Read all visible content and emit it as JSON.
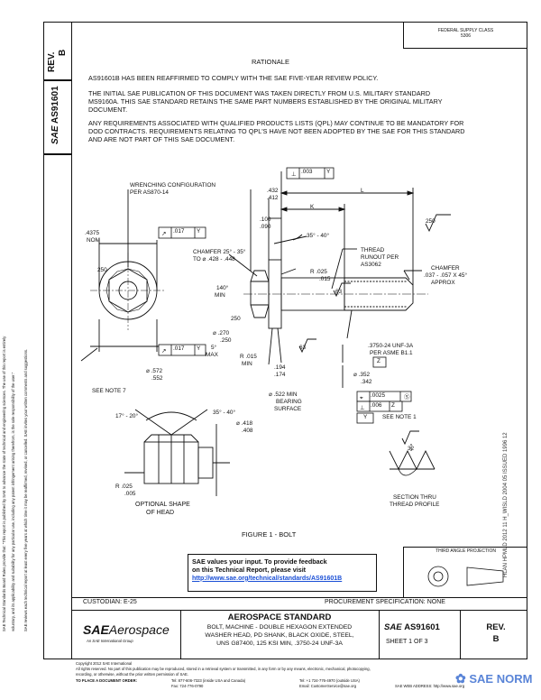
{
  "header": {
    "federal_supply_class": "FEDERAL SUPPLY CLASS",
    "fsc_number": "5306",
    "rev_label": "REV.",
    "rev_value": "B",
    "side_doc": "AS91601",
    "side_sae": "SAE"
  },
  "left_margin": {
    "line1": "SAE Technical Standards Board Rules provide that: \"This report is published by SAE to advance the state of technical and engineering sciences. The use of this report is entirely",
    "line2": "voluntary, and its applicability and suitability for any particular use, including any patent infringement arising therefrom, is the sole responsibility of the user.\"",
    "line3": "SAE reviews each technical report at least every five years at which time it may be reaffirmed, revised, or cancelled. SAE invites your written comments and suggestions."
  },
  "right_margin": {
    "stamp": "HLAN HPMLD 2012 11 H_WISLD 2004 05 ISSUED 1996 12"
  },
  "rationale": {
    "title": "RATIONALE",
    "p1": "AS91601B HAS BEEN REAFFIRMED TO COMPLY WITH THE SAE FIVE-YEAR REVIEW POLICY.",
    "p2": "THE INITIAL SAE PUBLICATION OF THIS DOCUMENT WAS TAKEN DIRECTLY FROM U.S. MILITARY STANDARD MS9160A. THIS SAE STANDARD RETAINS THE SAME PART NUMBERS ESTABLISHED BY THE ORIGINAL MILITARY DOCUMENT.",
    "p3": "ANY REQUIREMENTS ASSOCIATED WITH QUALIFIED PRODUCTS LISTS (QPL) MAY CONTINUE TO BE MANDATORY FOR DOD CONTRACTS. REQUIREMENTS RELATING TO QPL'S HAVE NOT BEEN ADOPTED BY THE SAE FOR THIS STANDARD AND ARE NOT PART OF THIS SAE DOCUMENT."
  },
  "drawing": {
    "wrenching": "WRENCHING CONFIGURATION",
    "wrenching_per": "PER AS870-14",
    "d_432": ".432",
    "d_412": ".412",
    "d_100": ".100",
    "d_090": ".090",
    "k": "K",
    "l": "L",
    "flat_003": ".003",
    "y": "Y",
    "angle_35_40_a": "35° - 40°",
    "angle_35_40_b": "35° - 40°",
    "nom_4375": ".4375",
    "nom": "NOM",
    "fcf_017_a": ".017",
    "fcf_017_b": ".017",
    "finish_250": "250",
    "finish_250_b": "250",
    "finish_250_c": "250",
    "finish_32": "32",
    "finish_63": "63",
    "finish_63_b": "63",
    "chamfer_25_35": "CHAMFER 25° - 35°",
    "chamfer_to": "TO ⌀ .428 - .448",
    "thread_runout": "THREAD",
    "thread_runout2": "RUNOUT PER",
    "thread_runout3": "AS3062",
    "chamfer2": "CHAMFER",
    "chamfer2_b": ".037 - .057 X 45°",
    "chamfer2_c": "APPROX",
    "min_140": "140°",
    "min_label": "MIN",
    "r_025": "R .025",
    "r_015": ".015",
    "d_270": "⌀ .270",
    "d_250": ".250",
    "max_5": "5°",
    "max_label": "MAX",
    "r_015_min": "R .015",
    "min2": "MIN",
    "d_194": ".194",
    "d_174": ".174",
    "d_572": "⌀ .572",
    "d_552": ".552",
    "see_note_7": "SEE NOTE 7",
    "thread_spec": ".3750-24 UNF-3A",
    "thread_per": "PER ASME B1.1",
    "z": "Z",
    "d_352": "⌀ .352",
    "d_342": ".342",
    "bearing1": "⌀ .522 MIN",
    "bearing2": "BEARING",
    "bearing3": "SURFACE",
    "fcf_0025": ".0025",
    "fcf_006": ".006",
    "see_note_1": "SEE NOTE 1",
    "angle_17_20": "17° - 20°",
    "d_418": "⌀ .418",
    "d_408": ".408",
    "r_025_b": "R .025",
    "r_005": ".005",
    "optional1": "OPTIONAL SHAPE",
    "optional2": "OF HEAD",
    "section1": "SECTION THRU",
    "section2": "THREAD PROFILE",
    "figure_caption": "FIGURE 1 - BOLT"
  },
  "feedback": {
    "line1": "SAE values your input. To provide feedback",
    "line2": "on this Technical Report, please visit",
    "link": "http://www.sae.org/technical/standards/AS91601B"
  },
  "projection": {
    "label": "THIRD ANGLE PROJECTION"
  },
  "title_block": {
    "custodian": "CUSTODIAN: E-25",
    "procurement": "PROCUREMENT SPECIFICATION: NONE",
    "standard": "AEROSPACE STANDARD",
    "title_l1": "BOLT, MACHINE - DOUBLE HEXAGON EXTENDED",
    "title_l2": "WASHER HEAD, PD SHANK, BLACK OXIDE, STEEL,",
    "title_l3": "UNS G87400, 125 KSI MIN, .3750-24 UNF-3A",
    "logo_sae": "SAE",
    "logo_aero": "Aerospace",
    "logo_sub": "An SAE International Group",
    "doc_sae": "SAE",
    "doc_number": "AS91601",
    "sheet": "SHEET 1 OF 3",
    "rev_label": "REV.",
    "rev_value": "B"
  },
  "footer": {
    "copyright": "Copyright 2012 SAE International",
    "rights": "All rights reserved. No part of this publication may be reproduced, stored in a retrieval system or transmitted, in any form or by any means, electronic, mechanical, photocopying,",
    "rights2": "recording, or otherwise, without the prior written permission of SAE.",
    "order": "TO PLACE A DOCUMENT ORDER:",
    "tel1": "Tel: 877-606-7323 (inside USA and Canada)",
    "tel2": "Tel: +1 724-776-4970 (outside USA)",
    "fax": "Fax: 724-776-0790",
    "email": "Email: CustomerService@sae.org",
    "web": "SAE WEB ADDRESS: http://www.sae.org",
    "watermark": "SAE NORM"
  }
}
